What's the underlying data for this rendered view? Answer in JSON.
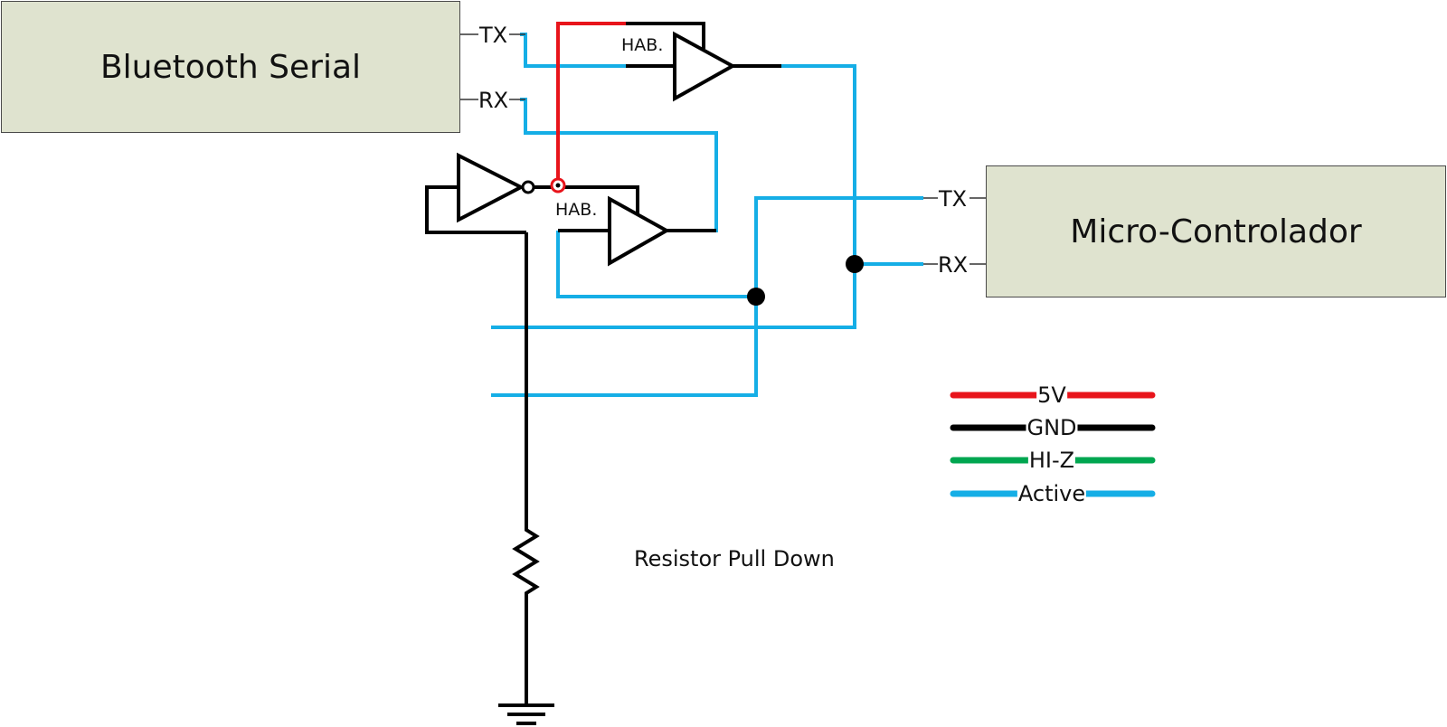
{
  "blocks": {
    "bluetooth": {
      "title": "Bluetooth Serial",
      "tx_label": "TX",
      "rx_label": "RX"
    },
    "microcontroller": {
      "title": "Micro-Controlador",
      "tx_label": "TX",
      "rx_label": "RX"
    }
  },
  "buffers": {
    "enable_label": "HAB."
  },
  "resistor_label": "Resistor Pull Down",
  "colors": {
    "supply_5v": "#e8141b",
    "ground": "#000000",
    "hi_z": "#00a650",
    "active": "#15aee6",
    "block_fill": "#dfe3cf"
  },
  "legend": [
    {
      "label": "5V",
      "color": "#e8141b"
    },
    {
      "label": "GND",
      "color": "#000000"
    },
    {
      "label": "HI-Z",
      "color": "#00a650"
    },
    {
      "label": "Active",
      "color": "#15aee6"
    }
  ]
}
